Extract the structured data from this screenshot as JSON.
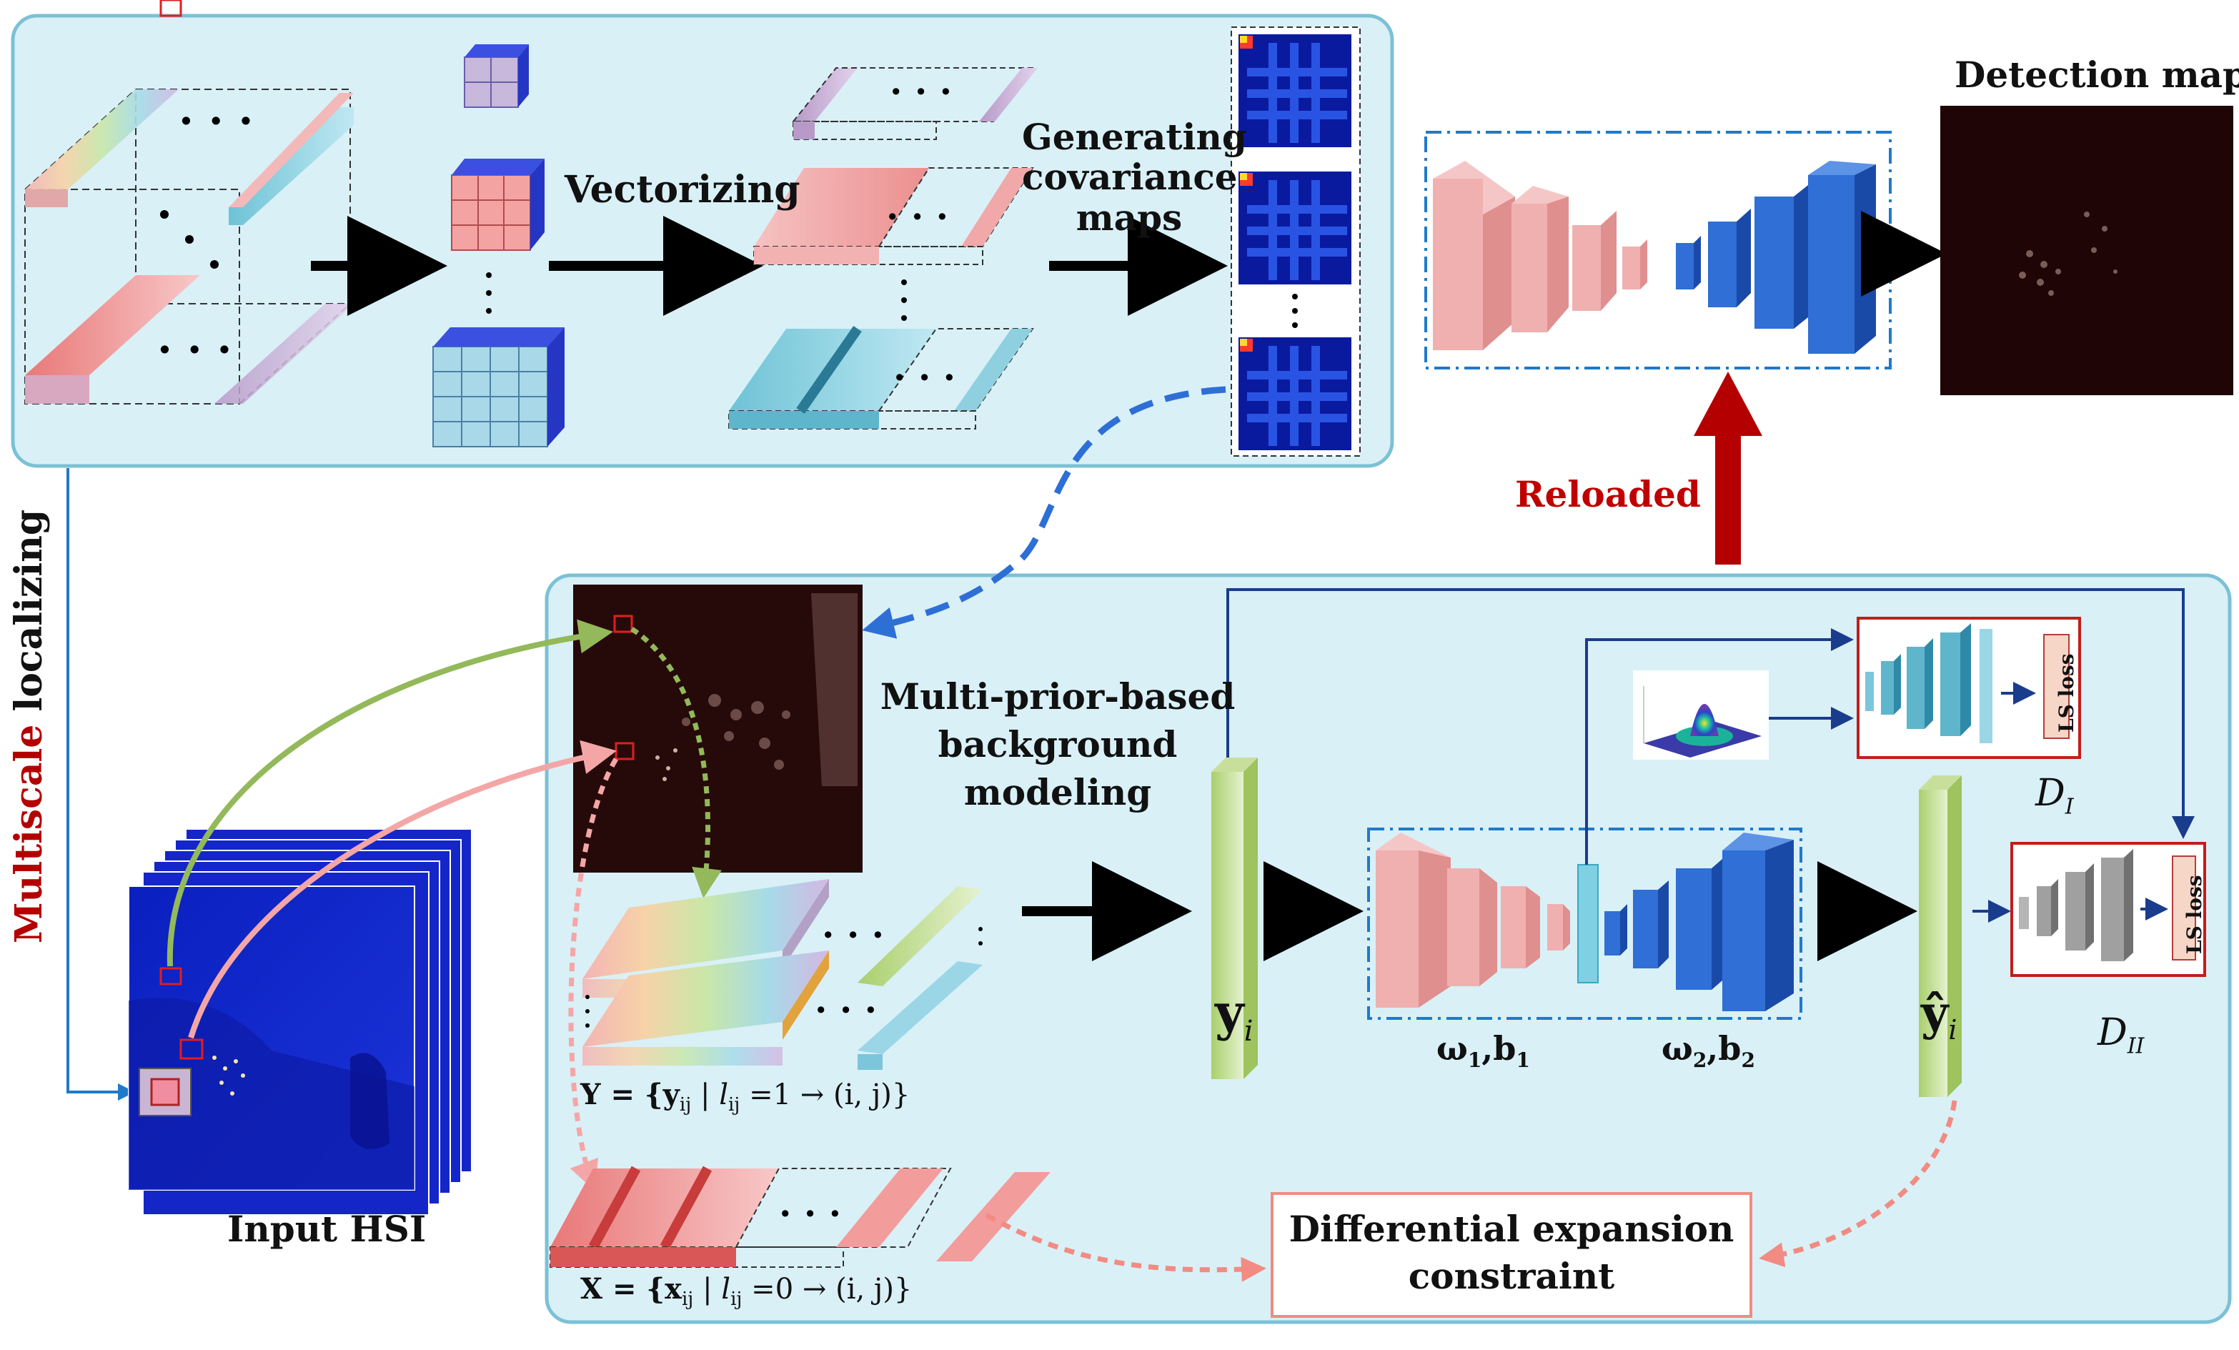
{
  "labels": {
    "vectorizing": "Vectorizing",
    "generating_1": "Generating",
    "generating_2": "covariance",
    "generating_3": "maps",
    "detection_map": "Detection map",
    "reloaded": "Reloaded",
    "multiscale_red": "Multiscale",
    "multiscale_black": "localizing",
    "input_hsi": "Input HSI",
    "mpbm_1": "Multi-prior-based",
    "mpbm_2": "background",
    "mpbm_3": "modeling",
    "y_set": "Y = {y",
    "y_set_sub": "ij",
    "y_set_rest": " | l",
    "y_set_rest_sub": "ij",
    "y_set_tail": " =1 → (i, j)}",
    "x_set": "X = {x",
    "x_set_sub": "ij",
    "x_set_rest": " | l",
    "x_set_rest_sub": "ij",
    "x_set_tail": " =0 → (i, j)}",
    "yi": "y",
    "yi_sub": "i",
    "yhat": "ŷ",
    "yhat_sub": "i",
    "w1b1": "ω",
    "w1b1_sub": "1",
    "w1b1_b": ",b",
    "w1b1_bsub": "1",
    "w2b2": "ω",
    "w2b2_sub": "2",
    "w2b2_b": ",b",
    "w2b2_bsub": "2",
    "d1": "D",
    "d1_sub": "I",
    "d2": "D",
    "d2_sub": "II",
    "ls_loss": "LS loss",
    "diff_1": "Differential expansion",
    "diff_2": "constraint",
    "ellipsis": "· · ·"
  },
  "colors": {
    "panel_fill": "#d9f0f7",
    "panel_border": "#7cc1d6",
    "dark_blue": "#1f5fb0",
    "pink": "#f0a5a5",
    "green": "#93b95a",
    "red": "#b40000",
    "reloaded": "#c00000",
    "dash_blue": "#2e6fd6",
    "salmon": "#f28b82"
  }
}
